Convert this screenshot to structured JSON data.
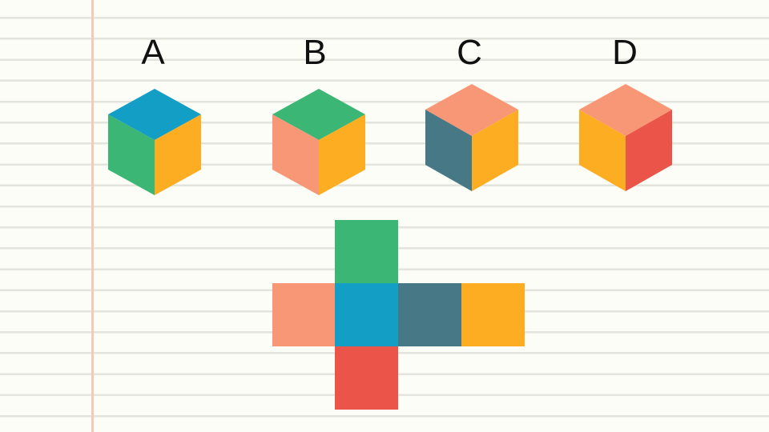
{
  "colors": {
    "green": "#3bb674",
    "blue": "#129ec5",
    "yellow": "#fdad21",
    "salmon": "#f89776",
    "slate": "#467885",
    "red": "#ea5449"
  },
  "options": [
    {
      "label": "A",
      "top": "blue",
      "left": "green",
      "right": "yellow"
    },
    {
      "label": "B",
      "top": "green",
      "left": "salmon",
      "right": "yellow"
    },
    {
      "label": "C",
      "top": "salmon",
      "left": "slate",
      "right": "yellow"
    },
    {
      "label": "D",
      "top": "salmon",
      "left": "yellow",
      "right": "red"
    }
  ],
  "net": {
    "top": "green",
    "row": [
      "salmon",
      "blue",
      "slate",
      "yellow"
    ],
    "bottom": "red"
  }
}
